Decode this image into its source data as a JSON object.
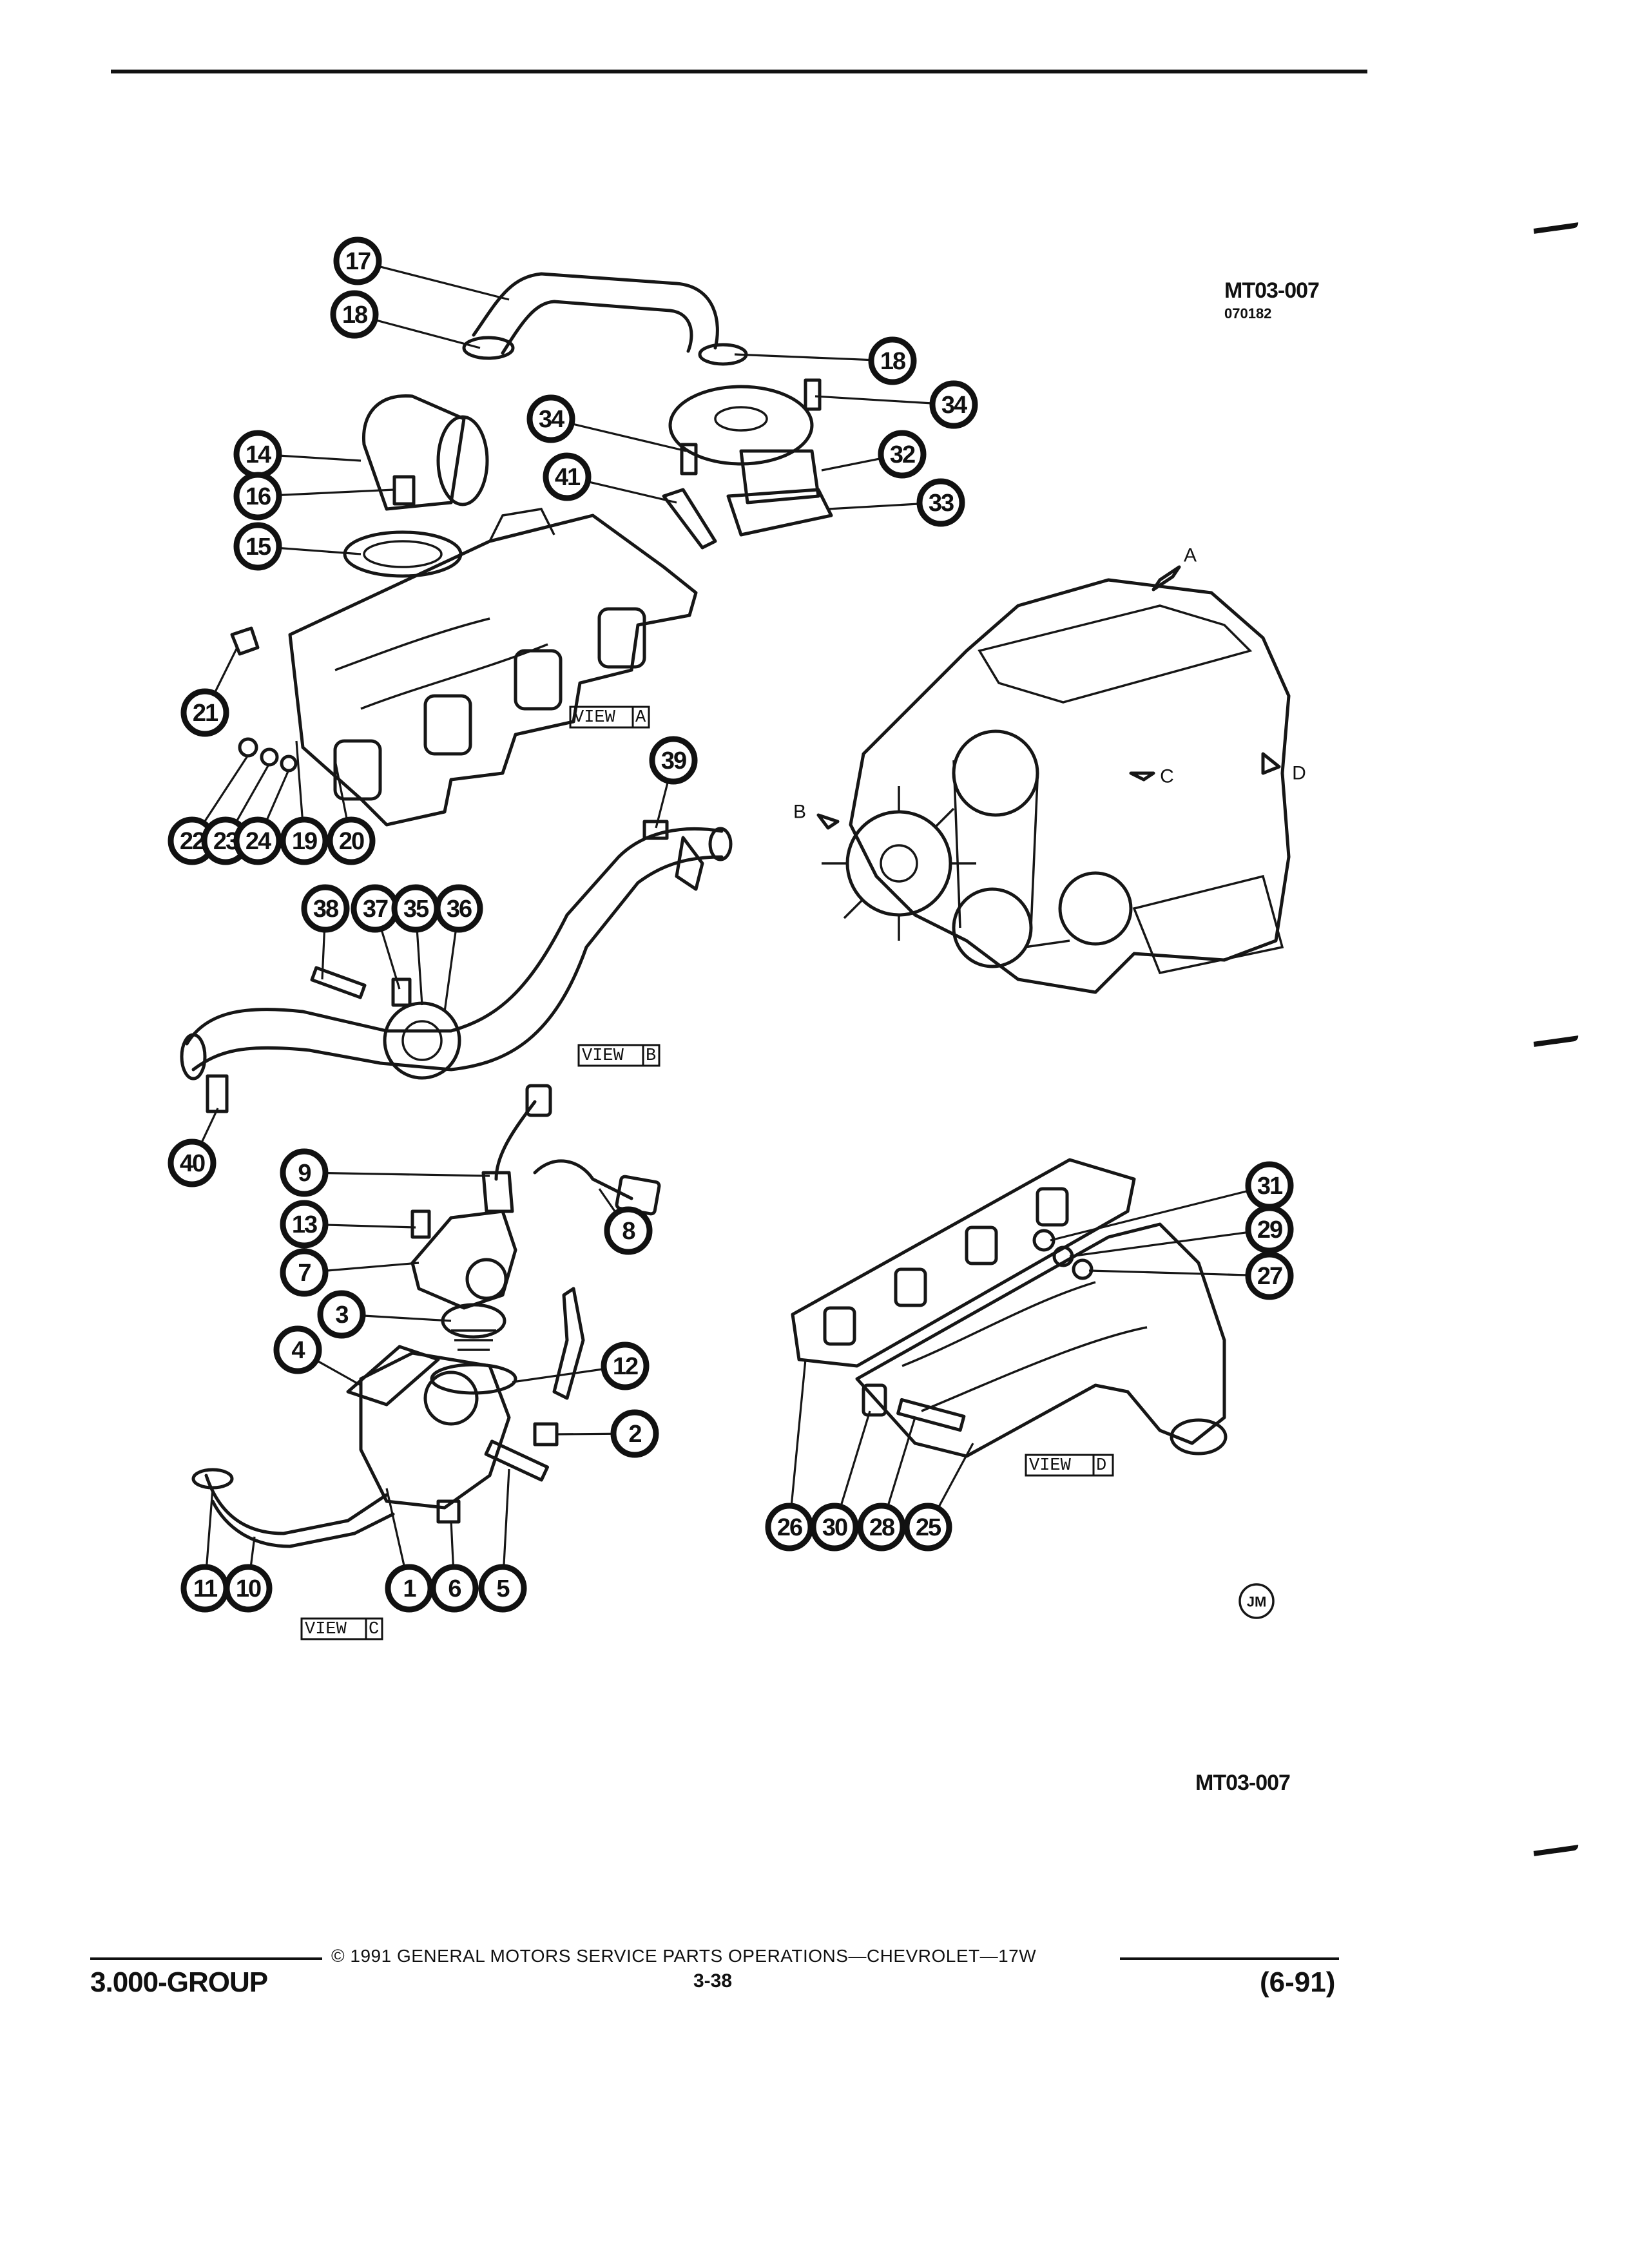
{
  "figure": {
    "ref_top": "MT03-007",
    "ref_code": "070182",
    "ref_bottom": "MT03-007",
    "trademark": "JM"
  },
  "views": {
    "a": {
      "word": "VIEW",
      "letter": "A"
    },
    "b": {
      "word": "VIEW",
      "letter": "B"
    },
    "c": {
      "word": "VIEW",
      "letter": "C"
    },
    "d": {
      "word": "VIEW",
      "letter": "D"
    }
  },
  "engine_arrows": [
    "A",
    "B",
    "C",
    "D"
  ],
  "callouts": [
    "17",
    "18",
    "18",
    "34",
    "34",
    "41",
    "32",
    "33",
    "14",
    "16",
    "15",
    "21",
    "22",
    "23",
    "24",
    "19",
    "20",
    "39",
    "38",
    "37",
    "35",
    "36",
    "40",
    "9",
    "13",
    "7",
    "3",
    "4",
    "12",
    "2",
    "8",
    "11",
    "10",
    "1",
    "6",
    "5",
    "31",
    "29",
    "27",
    "26",
    "30",
    "28",
    "25"
  ],
  "footer": {
    "group": "3.000-GROUP",
    "copyright": "© 1991 GENERAL MOTORS SERVICE PARTS OPERATIONS—CHEVROLET—17W",
    "page": "3-38",
    "date": "(6-91)"
  }
}
